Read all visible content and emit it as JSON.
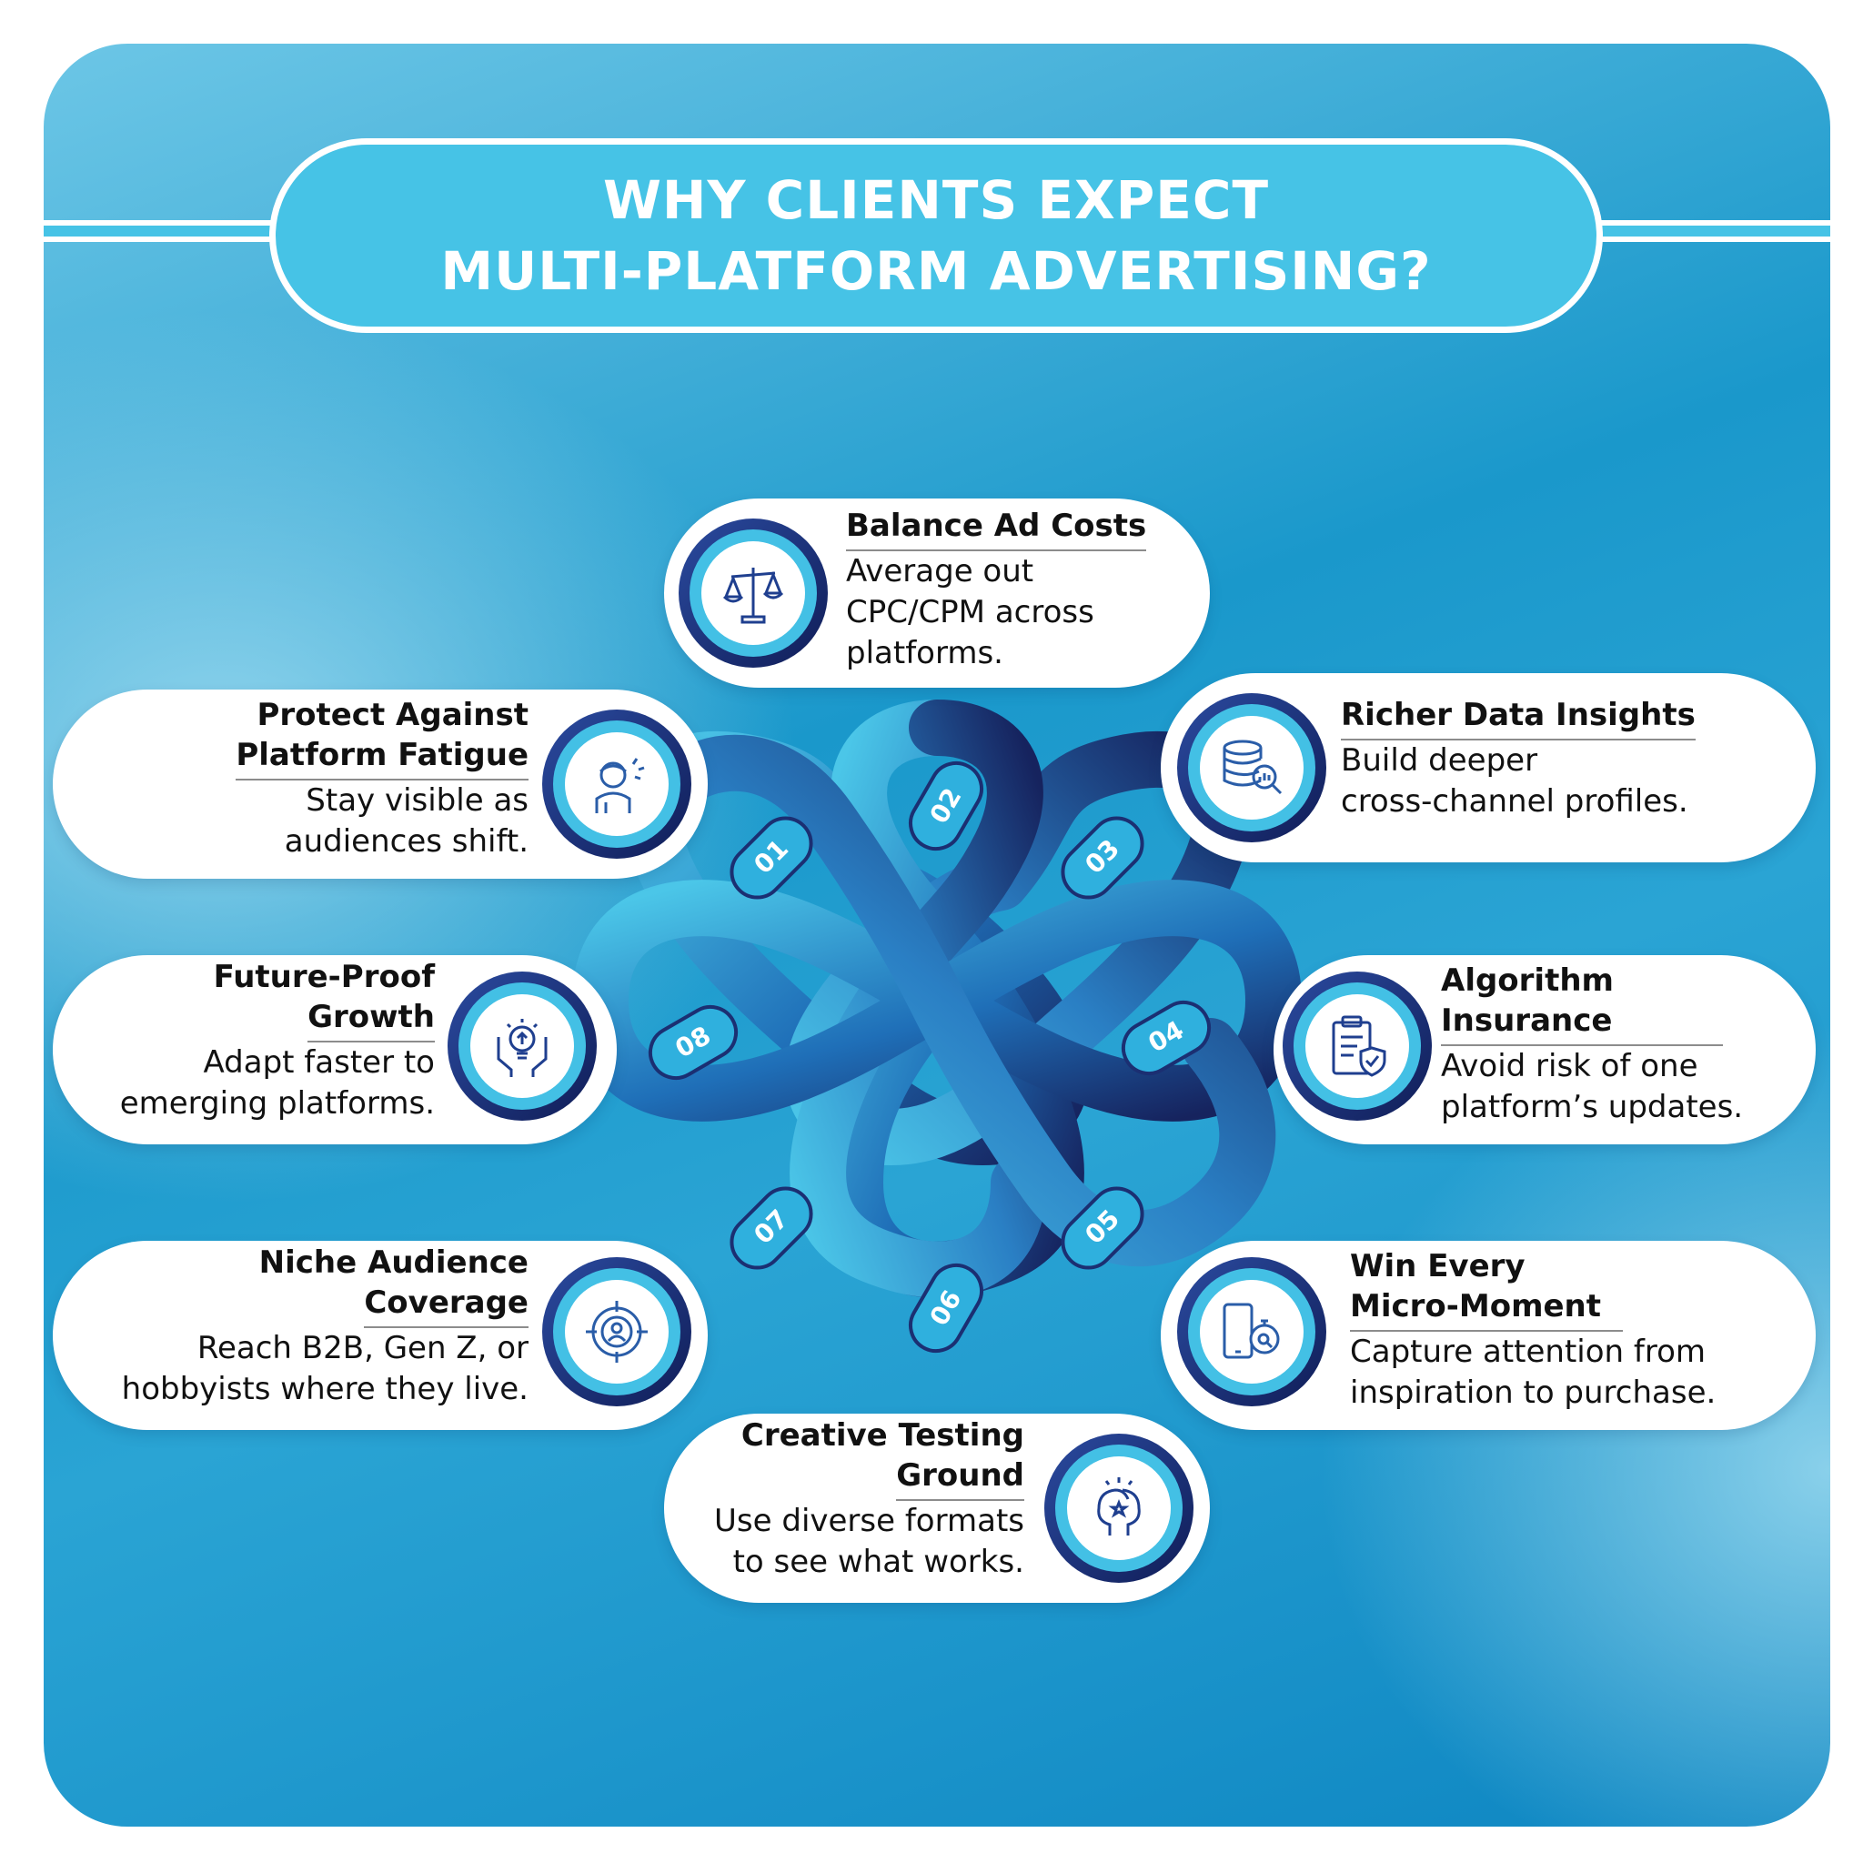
{
  "title": {
    "line1": "WHY CLIENTS EXPECT",
    "line2": "MULTI-PLATFORM ADVERTISING?"
  },
  "colors": {
    "background_light": "#96d7ee",
    "background_dark": "#0e86c2",
    "title_fill": "#46c3e6",
    "loop_light": "#46c3e6",
    "loop_dark": "#16235e",
    "badge_ring": "#43c0e5"
  },
  "numbers": [
    "01",
    "02",
    "03",
    "04",
    "05",
    "06",
    "07",
    "08"
  ],
  "items": [
    {
      "num": "01",
      "title": [
        "Protect Against",
        "Platform Fatigue"
      ],
      "desc": [
        "Stay visible as",
        "audiences shift."
      ],
      "icon": "tired-person-icon"
    },
    {
      "num": "02",
      "title": [
        "Balance Ad Costs"
      ],
      "desc": [
        "Average out",
        "CPC/CPM across",
        "platforms."
      ],
      "icon": "scales-icon"
    },
    {
      "num": "03",
      "title": [
        "Richer Data Insights"
      ],
      "desc": [
        "Build deeper",
        "cross-channel profiles."
      ],
      "icon": "database-search-icon"
    },
    {
      "num": "04",
      "title": [
        "Algorithm",
        "Insurance"
      ],
      "desc": [
        "Avoid risk of one",
        "platform’s updates."
      ],
      "icon": "clipboard-shield-icon"
    },
    {
      "num": "05",
      "title": [
        "Win Every",
        "Micro-Moment"
      ],
      "desc": [
        "Capture attention from",
        "inspiration to purchase."
      ],
      "icon": "phone-stopwatch-icon"
    },
    {
      "num": "06",
      "title": [
        "Creative Testing",
        "Ground"
      ],
      "desc": [
        "Use diverse formats",
        "to see what works."
      ],
      "icon": "heads-idea-icon"
    },
    {
      "num": "07",
      "title": [
        "Niche Audience",
        "Coverage"
      ],
      "desc": [
        "Reach B2B, Gen Z, or",
        "hobbyists where they live."
      ],
      "icon": "target-audience-icon"
    },
    {
      "num": "08",
      "title": [
        "Future-Proof",
        "Growth"
      ],
      "desc": [
        "Adapt faster to",
        "emerging platforms."
      ],
      "icon": "hands-lightbulb-icon"
    }
  ]
}
